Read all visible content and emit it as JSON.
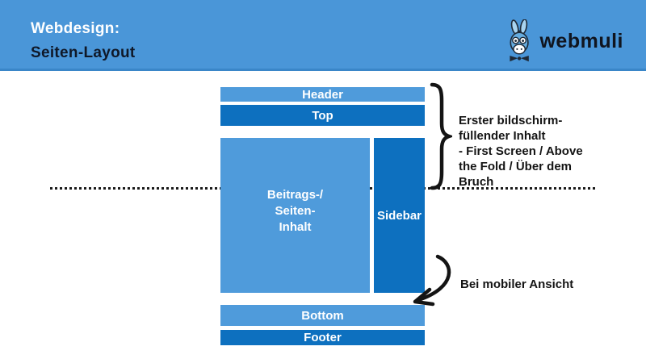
{
  "banner": {
    "title_line1": "Webdesign:",
    "title_line2": "Seiten-Layout",
    "logo_text": "webmuli"
  },
  "diagram": {
    "header_label": "Header",
    "top_label": "Top",
    "content_label": "Beitrags-/\nSeiten-\nInhalt",
    "sidebar_label": "Sidebar",
    "bottom_label": "Bottom",
    "footer_label": "Footer"
  },
  "annotations": {
    "fold_note": "Erster bildschirm-\nfüllender Inhalt\n- First Screen / Above\nthe Fold / Über dem\nBruch",
    "mobile_note": "Bei mobiler Ansicht"
  },
  "colors": {
    "banner_blue": "#4a96d8",
    "light_box_blue": "#4f9bdb",
    "dark_box_blue": "#0d70bf",
    "title_dark": "#0f1828",
    "annotation_black": "#141414"
  }
}
